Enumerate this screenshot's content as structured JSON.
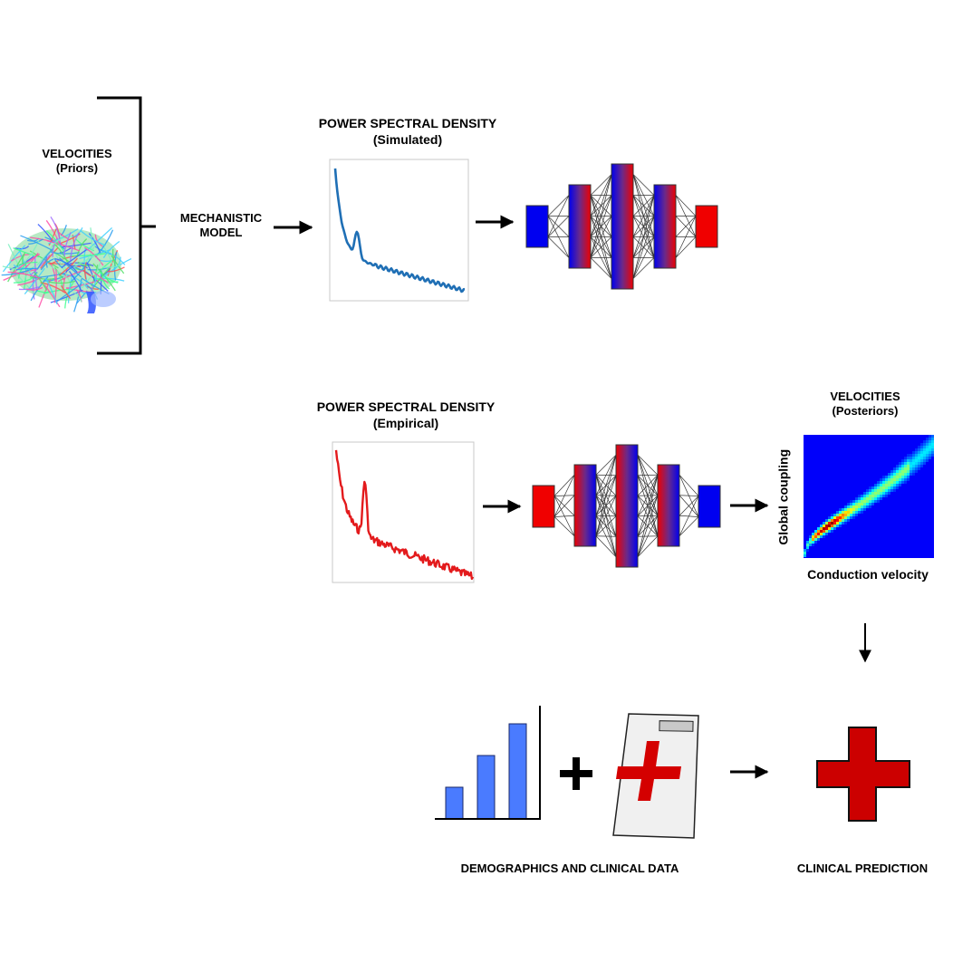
{
  "colors": {
    "blue": "#0000f0",
    "red": "#f00000",
    "simulated_line": "#1f6fb5",
    "empirical_line": "#e31a1c",
    "bar_blue": "#4a7bff",
    "cross_red": "#cc0000"
  },
  "icons": [
    "brain-tractography-icon",
    "neural-network-icon",
    "bar-chart-icon",
    "medical-record-icon",
    "medical-cross-icon",
    "arrow-icon"
  ],
  "priors": {
    "title": "VELOCITIES",
    "subtitle": "(Priors)"
  },
  "model": {
    "line1": "MECHANISTIC",
    "line2": "MODEL"
  },
  "psd_simulated": {
    "title": "POWER SPECTRAL DENSITY",
    "subtitle": "(Simulated)"
  },
  "psd_empirical": {
    "title": "POWER SPECTRAL DENSITY",
    "subtitle": "(Empirical)"
  },
  "posteriors": {
    "title": "VELOCITIES",
    "subtitle": "(Posteriors)",
    "xlabel": "Conduction velocity",
    "ylabel": "Global coupling"
  },
  "bottom": {
    "demographics_label": "DEMOGRAPHICS AND CLINICAL DATA",
    "prediction_label": "CLINICAL PREDICTION",
    "bar_values": [
      0.33,
      0.66,
      1.0
    ]
  }
}
